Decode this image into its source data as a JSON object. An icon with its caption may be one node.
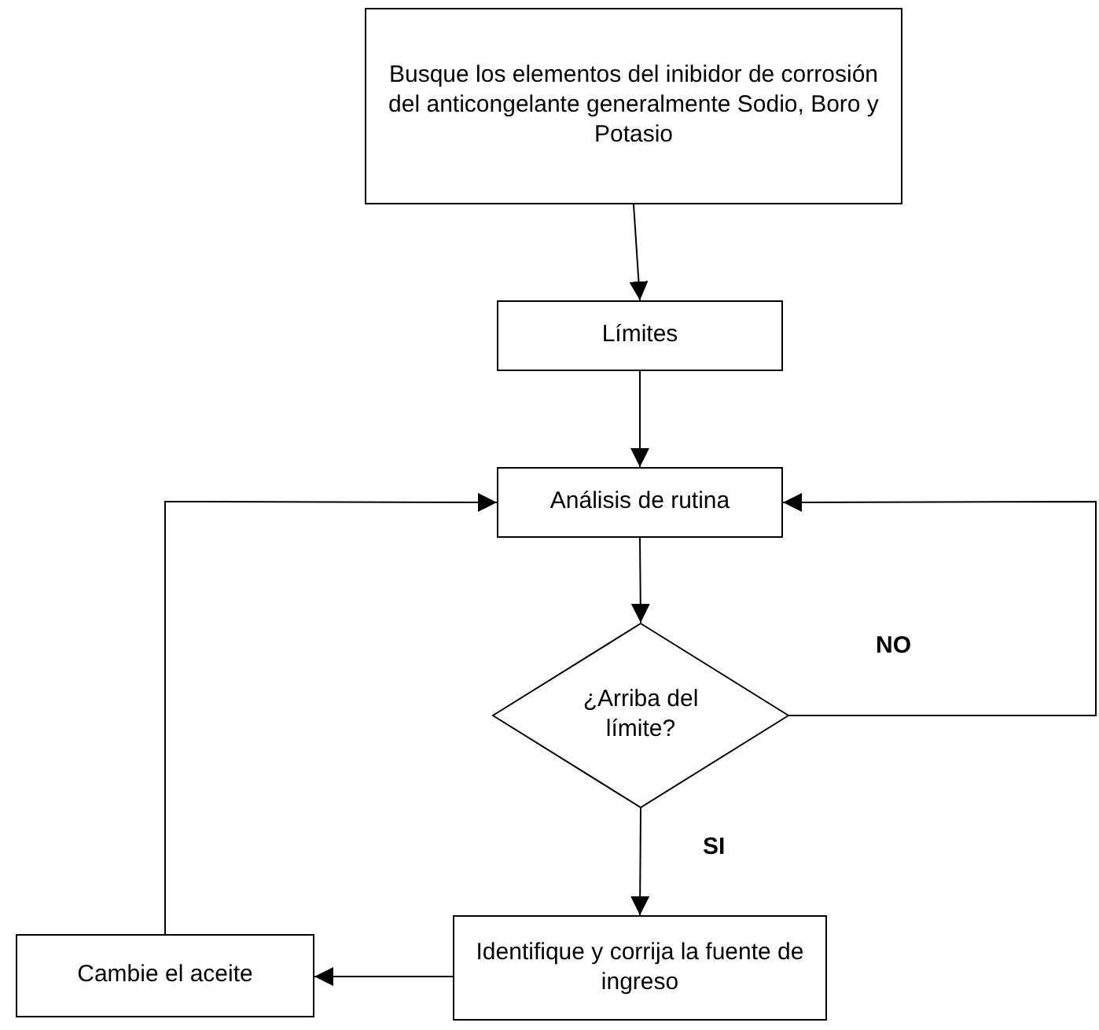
{
  "diagram": {
    "nodes": [
      {
        "text": [
          "Busque los elementos del inibidor de corrosión del anticongelante generalmente Sodio, Boro y Potasio"
        ]
      },
      {
        "text": [
          "Límites"
        ]
      },
      {
        "text": [
          "Análisis de rutina"
        ]
      },
      {
        "text": [
          "¿Arriba del límite?"
        ]
      },
      {
        "text": [
          "Identifique y corrija la fuente de ingreso"
        ]
      },
      {
        "text": [
          "Cambie el aceite"
        ]
      }
    ],
    "edges": [
      {
        "from": 0,
        "to": 1,
        "arrow": "to"
      },
      {
        "from": 1,
        "to": 2,
        "arrow": "to"
      },
      {
        "from": 2,
        "to": 3,
        "arrow": "to"
      },
      {
        "from": 3,
        "to": 4,
        "arrow": "to",
        "label": "SI"
      },
      {
        "from": 3,
        "to": 2,
        "arrow": "to",
        "label": "NO"
      },
      {
        "from": 4,
        "to": 5,
        "arrow": "to"
      },
      {
        "from": 5,
        "to": 2,
        "arrow": "to"
      }
    ]
  }
}
